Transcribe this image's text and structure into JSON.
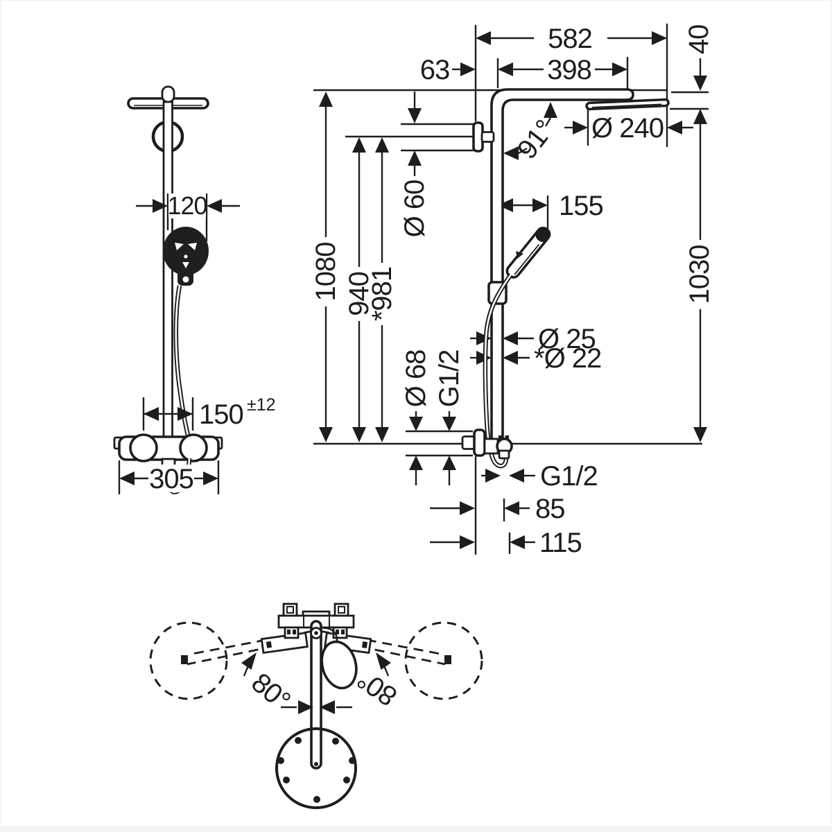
{
  "page": {
    "background": "#ffffff",
    "ink_color": "#1d1d1b"
  },
  "main_view": {
    "width_total": "582",
    "width_arm": "398",
    "offset_wall": "63",
    "head_drop": "40",
    "head_diameter": "Ø 240",
    "head_angle": "91°",
    "flange_diameter": "Ø 60",
    "height_total": "1080",
    "height_holder": "940",
    "height_holder_alt": "*981",
    "holder_reach": "155",
    "height_head": "1030",
    "pipe_diameter": "Ø 25",
    "pipe_diameter_alt": "*Ø 22",
    "escutcheon_diameter": "Ø 68",
    "connection_thread": "G1/2",
    "outlet_thread": "G1/2",
    "outlet_offset": "85",
    "hose_reach": "115"
  },
  "front_view": {
    "handshower_offset": "120",
    "connection_spacing": "150",
    "connection_tolerance": "±12",
    "valve_width": "305"
  },
  "top_view": {
    "swivel_left": "80°",
    "swivel_right": "80°"
  }
}
